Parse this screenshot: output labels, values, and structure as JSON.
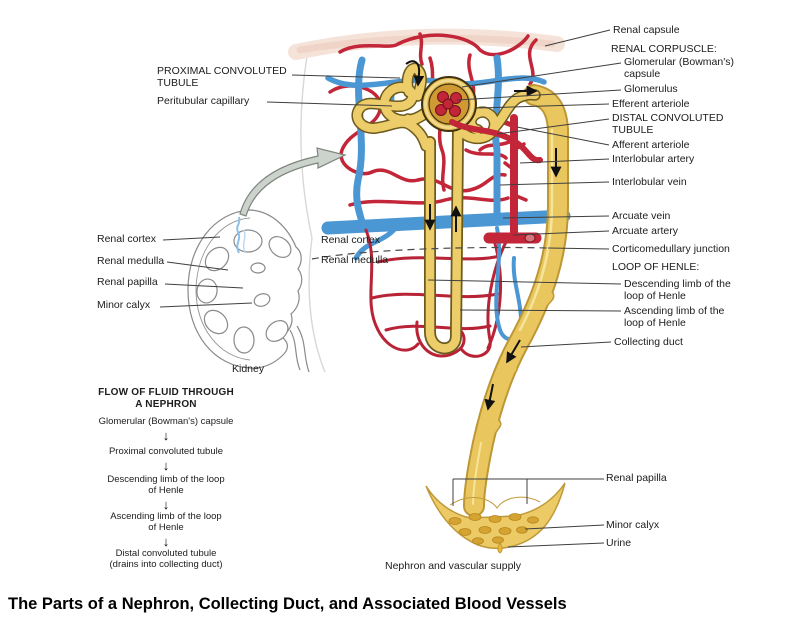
{
  "page_title": "The Parts of a Nephron, Collecting Duct, and Associated Blood Vessels",
  "main_labels": {
    "renal_capsule": "Renal capsule",
    "renal_corpuscle": "RENAL CORPUSCLE:",
    "glomerular_capsule": "Glomerular (Bowman's) capsule",
    "glomerulus": "Glomerulus",
    "efferent_arteriole": "Efferent arteriole",
    "distal_convoluted_tubule": "DISTAL CONVOLUTED TUBULE",
    "afferent_arteriole": "Afferent arteriole",
    "interlobular_artery": "Interlobular artery",
    "interlobular_vein": "Interlobular vein",
    "arcuate_vein": "Arcuate vein",
    "arcuate_artery": "Arcuate artery",
    "corticomedullary_junction": "Corticomedullary junction",
    "loop_of_henle": "LOOP OF HENLE:",
    "descending_limb": "Descending limb of the loop of Henle",
    "ascending_limb": "Ascending limb of the loop of Henle",
    "collecting_duct": "Collecting duct",
    "proximal_convoluted_tubule": "PROXIMAL CONVOLUTED TUBULE",
    "peritubular_capillary": "Peritubular capillary",
    "renal_cortex_mid": "Renal cortex",
    "renal_medulla_mid": "Renal medulla",
    "renal_papilla_bottom": "Renal papilla",
    "minor_calyx_bottom": "Minor calyx",
    "urine": "Urine",
    "nephron_caption": "Nephron and vascular supply"
  },
  "kidney_inset": {
    "renal_cortex": "Renal cortex",
    "renal_medulla": "Renal medulla",
    "renal_papilla": "Renal papilla",
    "minor_calyx": "Minor calyx",
    "caption": "Kidney"
  },
  "flow_chart": {
    "title": "FLOW OF FLUID THROUGH A NEPHRON",
    "steps": [
      "Glomerular (Bowman's) capsule",
      "Proximal convoluted tubule",
      "Descending limb of the loop of Henle",
      "Ascending limb of the loop of Henle",
      "Distal convoluted tubule (drains into collecting duct)"
    ],
    "arrow": "↓"
  },
  "colors": {
    "artery_red": "#c22638",
    "vein_blue": "#4b97d4",
    "tubule_yellow": "#e9c75e",
    "capsule_pink": "#f5e3da"
  }
}
